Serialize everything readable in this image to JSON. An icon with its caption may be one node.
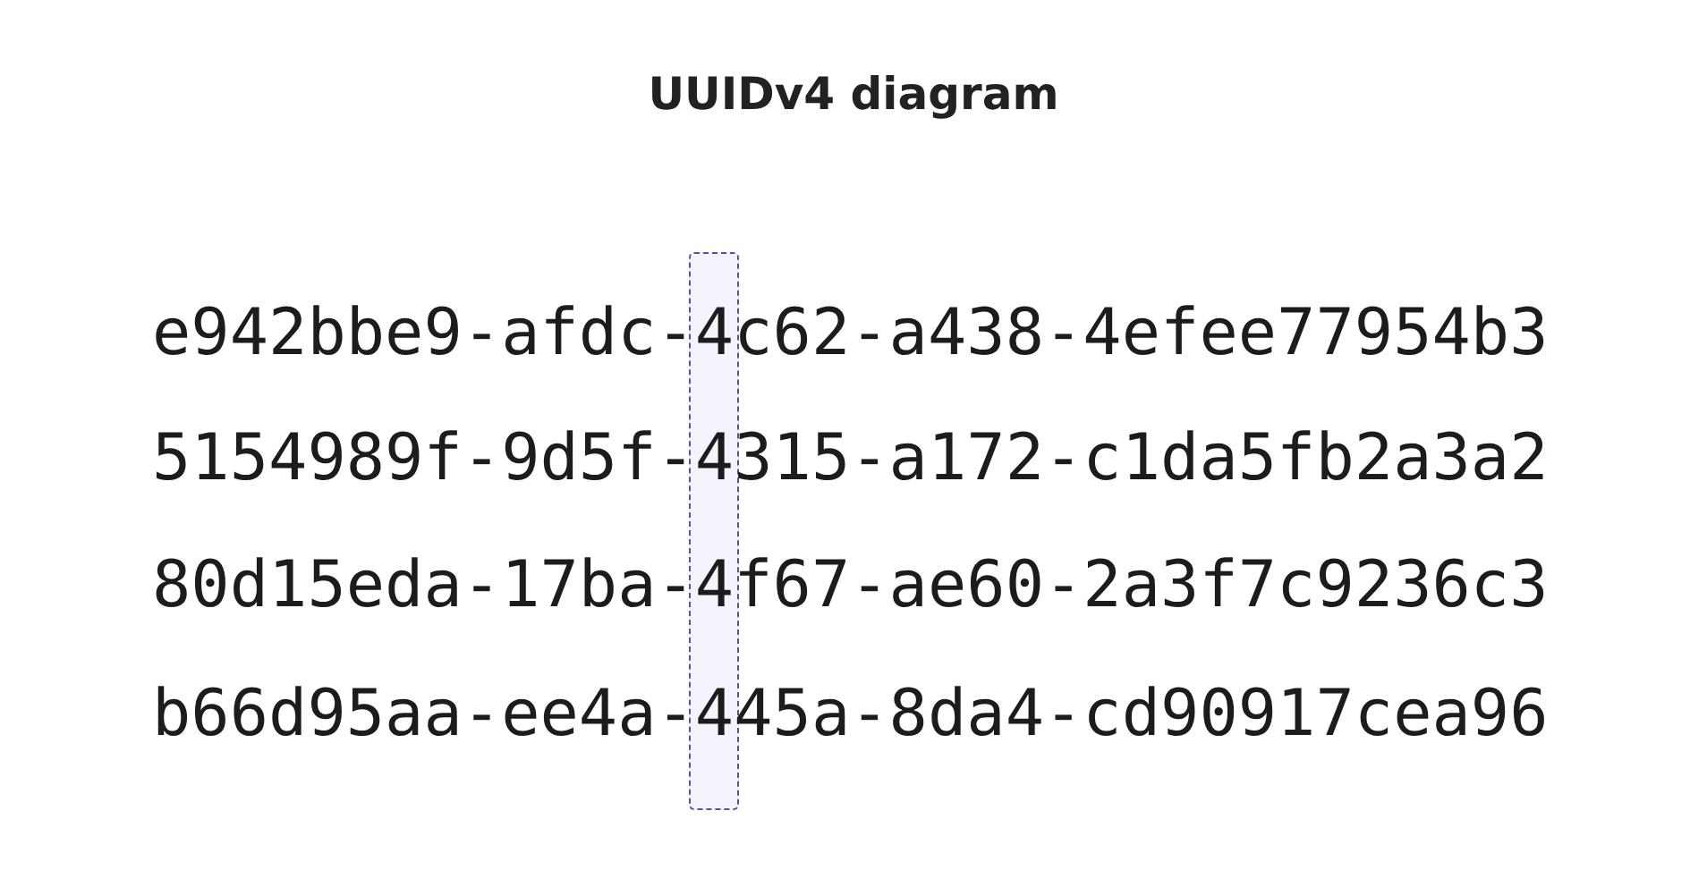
{
  "diagram": {
    "title": "UUIDv4 diagram",
    "labels": [
      "e942bbe9-afdc-4c62-a438-4efee77954b3",
      "5154989f-9d5f-4315-a172-c1da5fb2a3a2",
      "80d15eda-17ba-4f67-ae60-2a3f7c9236c3",
      "b66d95aa-ee4a-445a-8da4-cd90917cea96"
    ]
  }
}
